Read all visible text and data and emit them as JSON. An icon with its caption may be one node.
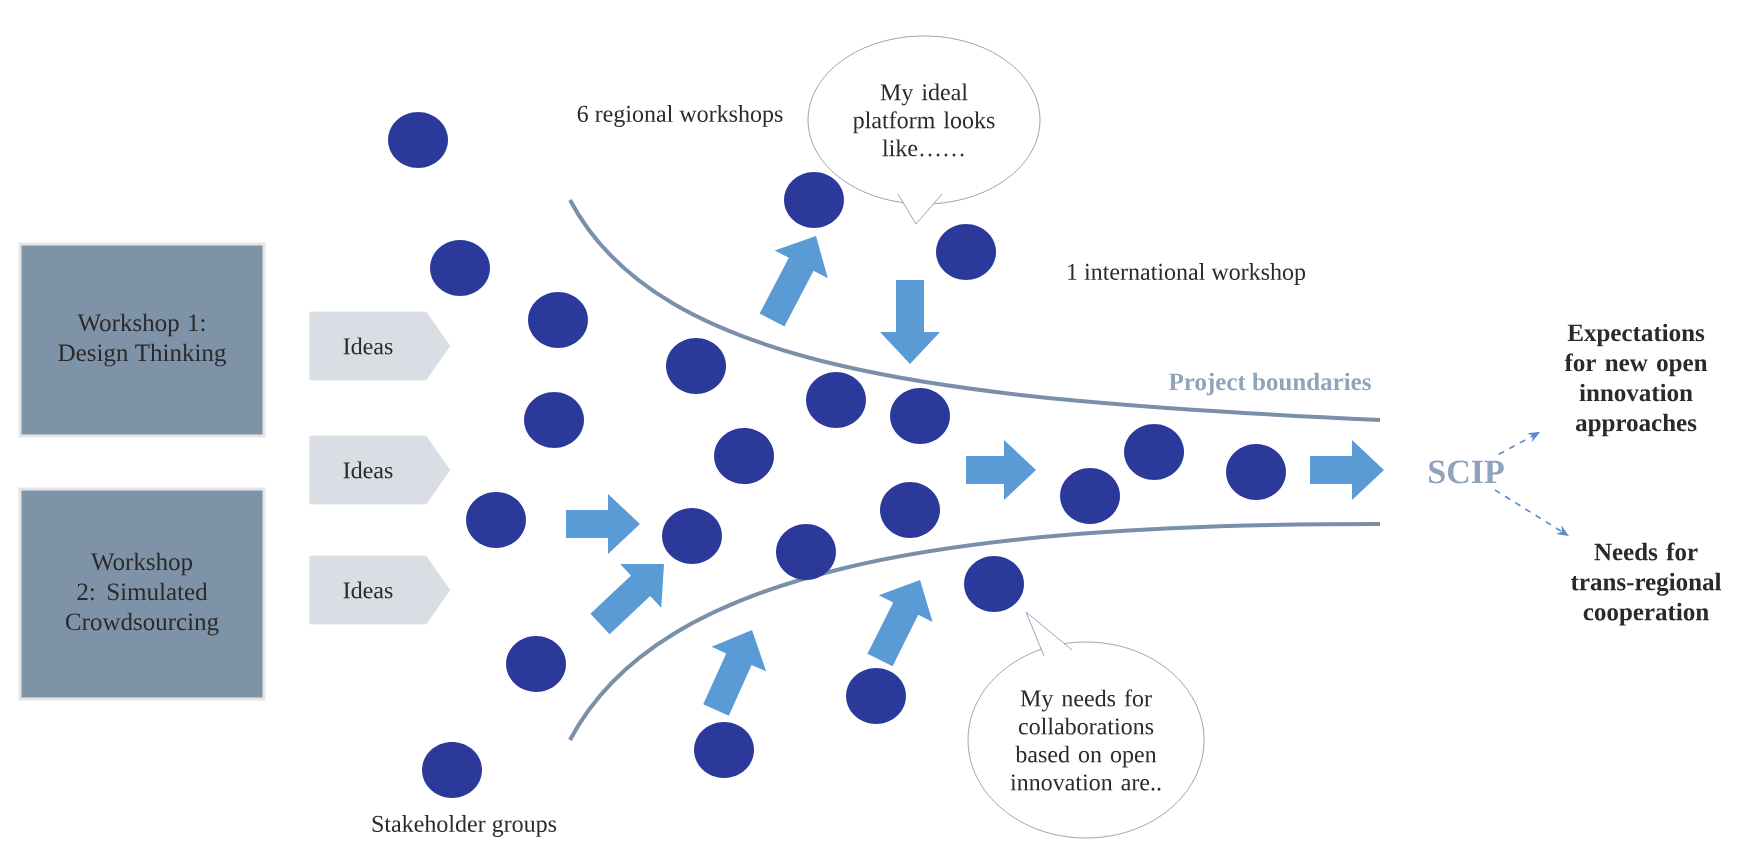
{
  "diagram": {
    "nodes": [
      {
        "text": [
          "Workshop 1: Design Thinking"
        ]
      },
      {
        "text": [
          "Workshop 2: Simulated Crowdsourcing"
        ]
      },
      {
        "text": [
          "Ideas"
        ]
      },
      {
        "text": [
          "Ideas"
        ]
      },
      {
        "text": [
          "Ideas"
        ]
      },
      {
        "text": [
          "My ideal platform looks like……"
        ]
      },
      {
        "text": [
          "My needs for collaborations based on open innovation are.."
        ]
      },
      {
        "text": [
          "SCIP"
        ]
      },
      {
        "text": [
          "Expectations for new open innovation approaches"
        ]
      },
      {
        "text": [
          "Needs for trans-regional cooperation"
        ]
      }
    ],
    "edges": [
      {
        "from": 7,
        "to": 8,
        "arrow": "to",
        "style": "dashed"
      },
      {
        "from": 7,
        "to": 9,
        "arrow": "to",
        "style": "dashed"
      }
    ],
    "labels": [
      "6 regional workshops",
      "1 international workshop",
      "Project boundaries",
      "Stakeholder groups"
    ]
  }
}
